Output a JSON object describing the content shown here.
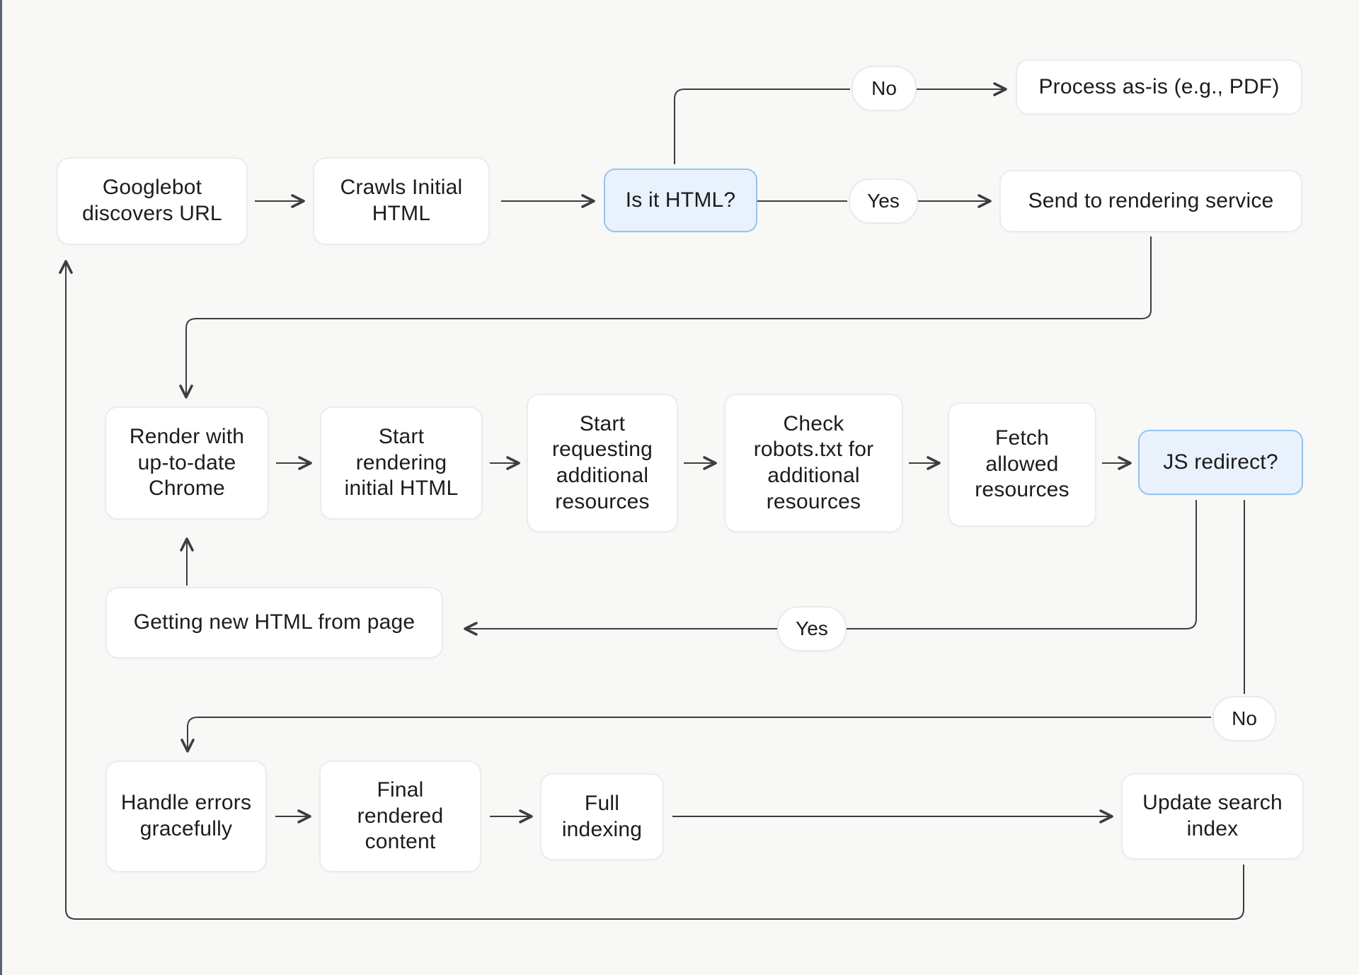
{
  "diagram": {
    "title_hint": "Googlebot rendering flowchart",
    "nodes": {
      "googlebot": {
        "label": "Googlebot discovers URL"
      },
      "crawls": {
        "label": "Crawls Initial HTML"
      },
      "is_it_html": {
        "label": "Is it HTML?"
      },
      "process_as_is": {
        "label": "Process as-is (e.g., PDF)"
      },
      "send_rendering": {
        "label": "Send to rendering service"
      },
      "render_chrome": {
        "label": "Render with up-to-date Chrome"
      },
      "start_rendering": {
        "label": "Start rendering initial HTML"
      },
      "start_requesting": {
        "label": "Start requesting additional resources"
      },
      "check_robots": {
        "label": "Check robots.txt for additional resources"
      },
      "fetch_allowed": {
        "label": "Fetch allowed resources"
      },
      "js_redirect": {
        "label": "JS redirect?"
      },
      "getting_new_html": {
        "label": "Getting new HTML from page"
      },
      "handle_errors": {
        "label": "Handle errors gracefully"
      },
      "final_rendered": {
        "label": "Final rendered content"
      },
      "full_indexing": {
        "label": "Full indexing"
      },
      "update_index": {
        "label": "Update search index"
      }
    },
    "edge_labels": {
      "no_top": "No",
      "yes_top": "Yes",
      "yes_mid": "Yes",
      "no_right": "No"
    },
    "colors": {
      "background": "#f8f8f6",
      "node_fill": "#ffffff",
      "node_border": "#ececea",
      "decision_fill": "#e9f2fc",
      "decision_border": "#94c4f1",
      "connector": "#3d3d3d",
      "text": "#1c1c1c",
      "window_edge": "#59626f"
    }
  }
}
